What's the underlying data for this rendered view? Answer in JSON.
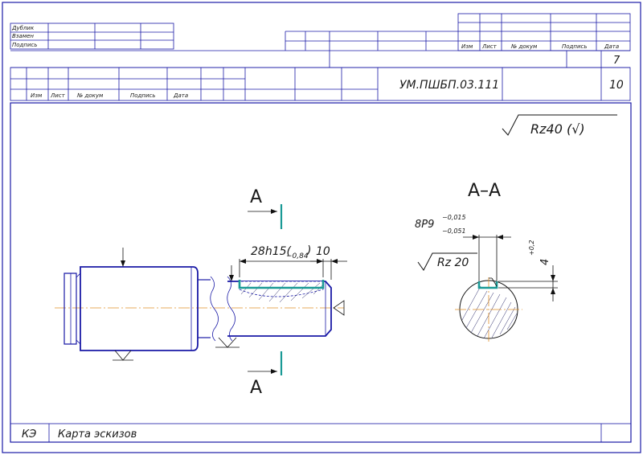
{
  "stamp": {
    "left_rows": [
      "Дублик",
      "Взамен",
      "Подпись"
    ],
    "right_header": [
      "Изм",
      "Лист",
      "№ докум",
      "Подпись",
      "Дата"
    ],
    "sheet_number": "7"
  },
  "title_block": {
    "header": [
      "Изм",
      "Лист",
      "№ докум",
      "Подпись",
      "Дата"
    ],
    "designation": "УМ.ПШБП.03.111",
    "sheet": "10"
  },
  "roughness": {
    "general": "Rz40 (√)",
    "local": "Rz 20"
  },
  "section": {
    "label": "А–А",
    "cut_label_top": "А",
    "cut_label_bottom": "А",
    "key_width": "8P9",
    "key_width_upper": "−0,015",
    "key_width_lower": "−0,051",
    "key_depth": "4",
    "key_depth_tol": "+0,2"
  },
  "dimensions": {
    "keyway_length": "28h15(",
    "keyway_tol": "−0,84",
    "keyway_tol_close": ")",
    "keyway_offset": "10"
  },
  "footer": {
    "code": "КЭ",
    "title": "Карта эскизов"
  }
}
